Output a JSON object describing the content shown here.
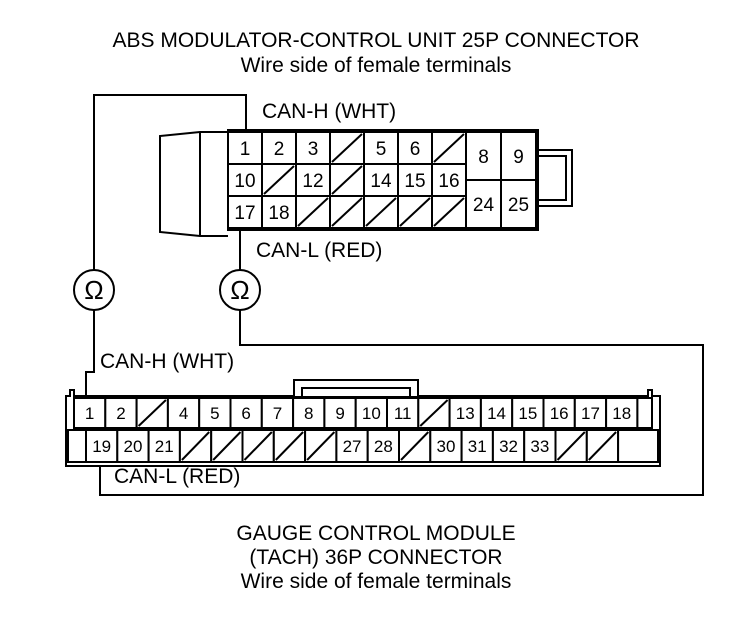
{
  "top_connector": {
    "title": "ABS MODULATOR-CONTROL UNIT 25P CONNECTOR",
    "subtitle": "Wire side of female terminals",
    "can_h_label": "CAN-H (WHT)",
    "can_l_label": "CAN-L (RED)",
    "rows": [
      [
        "1",
        "2",
        "3",
        "/",
        "5",
        "6",
        "/"
      ],
      [
        "10",
        "/",
        "12",
        "/",
        "14",
        "15",
        "16"
      ],
      [
        "17",
        "18",
        "/",
        "/",
        "/",
        "/",
        "/"
      ]
    ],
    "side_top": [
      "8",
      "9"
    ],
    "side_bottom": [
      "24",
      "25"
    ]
  },
  "bottom_connector": {
    "title_line1": "GAUGE CONTROL MODULE",
    "title_line2": "(TACH) 36P CONNECTOR",
    "subtitle": "Wire side of female terminals",
    "can_h_label": "CAN-H (WHT)",
    "can_l_label": "CAN-L (RED)",
    "row1": [
      "1",
      "2",
      "/",
      "4",
      "5",
      "6",
      "7",
      "8",
      "9",
      "10",
      "11",
      "/",
      "13",
      "14",
      "15",
      "16",
      "17",
      "18"
    ],
    "row2": [
      "19",
      "20",
      "21",
      "/",
      "/",
      "/",
      "/",
      "/",
      "27",
      "28",
      "/",
      "30",
      "31",
      "32",
      "33",
      "/",
      "/"
    ]
  },
  "meters": [
    {
      "symbol": "Ω"
    },
    {
      "symbol": "Ω"
    }
  ]
}
